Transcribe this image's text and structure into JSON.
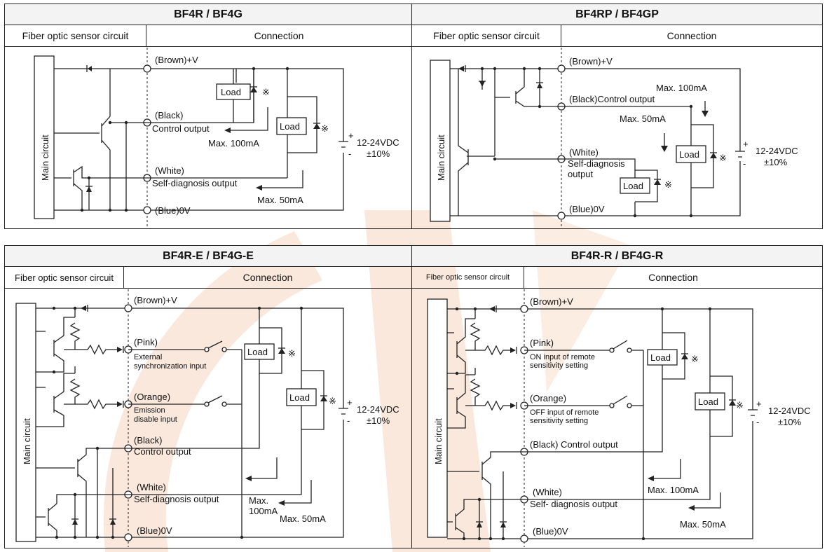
{
  "panels": [
    {
      "title": "BF4R / BF4G",
      "left_header": "Fiber optic sensor circuit",
      "right_header": "Connection",
      "main": "Main circuit",
      "labels": [
        "(Brown)+V",
        "(Black)",
        "Control output",
        "(White)",
        "Self-diagnosis output",
        "(Blue)0V"
      ],
      "currents": [
        "Max. 100mA",
        "Max. 50mA"
      ],
      "supply": [
        "12-24VDC",
        "±10%"
      ]
    },
    {
      "title": "BF4RP / BF4GP",
      "left_header": "Fiber optic sensor circuit",
      "right_header": "Connection",
      "main": "Main circuit",
      "labels": [
        "(Brown)+V",
        "(Black)Control output",
        "(White)",
        "Self-diagnosis",
        "output",
        "(Blue)0V"
      ],
      "currents": [
        "Max. 100mA",
        "Max. 50mA"
      ],
      "supply": [
        "12-24VDC",
        "±10%"
      ]
    },
    {
      "title": "BF4R-E / BF4G-E",
      "left_header": "Fiber optic sensor circuit",
      "right_header": "Connection",
      "main": "Main circuit",
      "labels": [
        "(Brown)+V",
        "(Pink)",
        "External",
        "synchronization input",
        "(Orange)",
        "Emission",
        "disable input",
        "(Black)",
        "Control output",
        "(White)",
        "Self-diagnosis output",
        "(Blue)0V"
      ],
      "currents": [
        "Max.",
        "100mA",
        "Max. 50mA"
      ],
      "supply": [
        "12-24VDC",
        "±10%"
      ]
    },
    {
      "title": "BF4R-R / BF4G-R",
      "left_header": "Fiber optic sensor circuit",
      "right_header": "Connection",
      "main": "Main circuit",
      "labels": [
        "(Brown)+V",
        "(Pink)",
        "ON input of remote",
        "sensitivity setting",
        "(Orange)",
        "OFF input of remote",
        "sensitivity setting",
        "(Black) Control output",
        "(White)",
        "Self- diagnosis output",
        "(Blue)0V"
      ],
      "currents": [
        "Max. 100mA",
        "Max. 50mA"
      ],
      "supply": [
        "12-24VDC",
        "±10%"
      ]
    }
  ],
  "load_label": "Load",
  "note_mark": "※",
  "plus_sign": "+",
  "minus_sign": "-",
  "colors": {
    "line": "#222222",
    "watermark": "#f5c8a8",
    "header_bg": "#f3f3f3"
  }
}
